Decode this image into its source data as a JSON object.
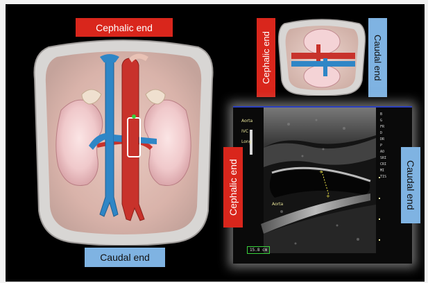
{
  "labels": {
    "left_cephalic": "Cephalic end",
    "left_caudal": "Caudal end",
    "thumb_cephalic": "Cephalic end",
    "thumb_caudal": "Caudal end",
    "us_cephalic": "Cephalic end",
    "us_caudal": "Caudal end"
  },
  "ultrasound": {
    "annotations": [
      "Aorta",
      "IVC",
      "Long"
    ],
    "lower_annotation": "Aorta",
    "depth_value": "15.8 cm",
    "side_values": [
      "B",
      "G",
      "FR",
      "D",
      "DR",
      "P",
      "AO",
      "SRI",
      "CRI",
      "MI",
      "TIS"
    ]
  },
  "colors": {
    "aorta": "#c8322b",
    "ivc": "#2f86c6",
    "red_label": "#d9261c",
    "blue_label": "#7fb3e2",
    "caliper": "#f2e84a"
  }
}
